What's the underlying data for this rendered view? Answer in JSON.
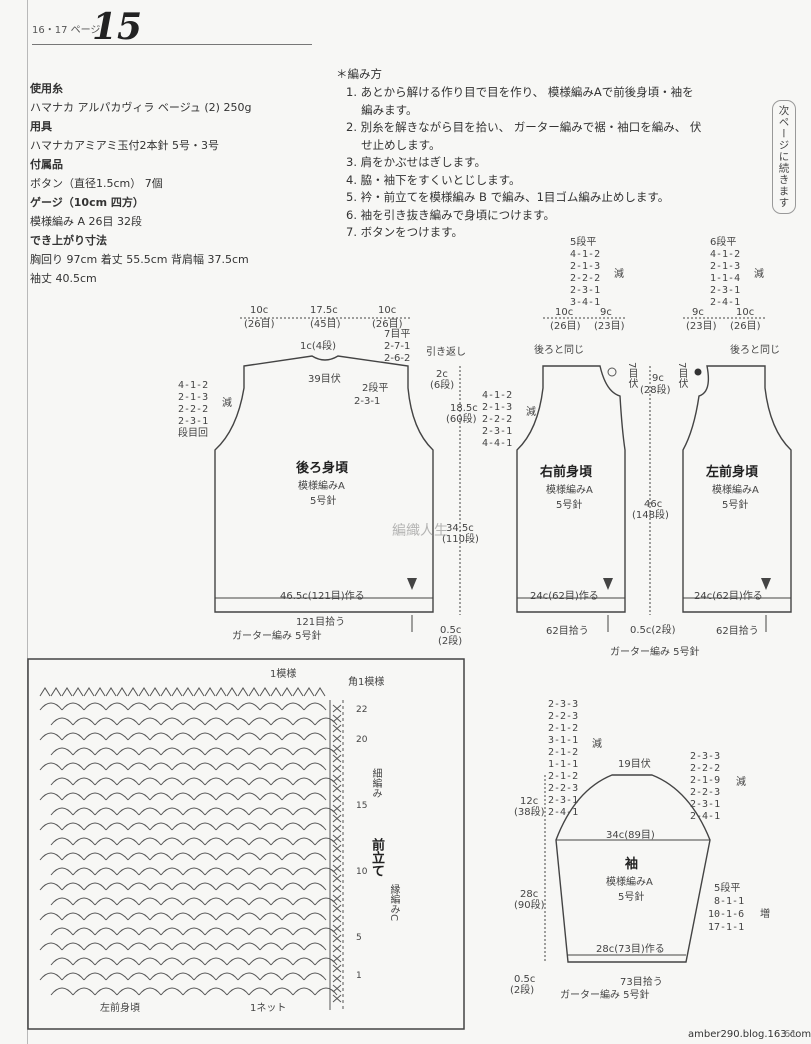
{
  "header": {
    "page_ref": "16・17 ページ",
    "pattern_number": "15"
  },
  "materials": [
    {
      "text": "使用糸",
      "head": true
    },
    {
      "text": "ハマナカ アルパカヴィラ ベージュ (2) 250g",
      "head": false
    },
    {
      "text": "用具",
      "head": true
    },
    {
      "text": "ハマナカアミアミ玉付2本針 5号・3号",
      "head": false
    },
    {
      "text": "付属品",
      "head": true
    },
    {
      "text": "ボタン（直径1.5cm） 7個",
      "head": false
    },
    {
      "text": "ゲージ（10cm 四方）",
      "head": true
    },
    {
      "text": "模様編み A 26目 32段",
      "head": false
    },
    {
      "text": "でき上がり寸法",
      "head": true
    },
    {
      "text": "胸回り 97cm 着丈 55.5cm 背肩幅 37.5cm",
      "head": false
    },
    {
      "text": "袖丈 40.5cm",
      "head": false
    }
  ],
  "method": {
    "title": "＊編み方",
    "steps": [
      "1. あとから解ける作り目で目を作り、 模様編みAで前後身頃・袖を",
      "　 編みます。",
      "2. 別糸を解きながら目を拾い、 ガーター編みで裾・袖口を編み、 伏",
      "　 せ止めします。",
      "3. 肩をかぶせはぎします。",
      "4. 脇・袖下をすくいとじします。",
      "5. 衿・前立てを模様編み B で編み、1目ゴム編み止めします。",
      "6. 袖を引き抜き編みで身頃につけます。",
      "7. ボタンをつけます。"
    ]
  },
  "next_page_note": "次ページに続きます",
  "back": {
    "title": "後ろ身頃",
    "stitch": "模様編みA",
    "needle": "5号針",
    "top_widths": [
      "10c",
      "17.5c",
      "10c"
    ],
    "top_counts": [
      "(26目)",
      "(45目)",
      "(26目)"
    ],
    "neck_depth": "1c(4段)",
    "neck_bind": "39目伏",
    "shoulder_flat": "7目平",
    "shoulder_dec": [
      "2-7-1",
      "2-6-2"
    ],
    "hikikaeshi": "引き返し",
    "neck_step1": "2段平",
    "neck_step2": "2-3-1",
    "arm_dec": [
      "4-1-2",
      "2-1-3",
      "2-2-2",
      "2-3-1"
    ],
    "dec_label": "減",
    "dan_me": "段目回",
    "shoulder_height": "2c",
    "shoulder_rows": "(6段)",
    "arm_height": "18.5c",
    "arm_rows": "(60段)",
    "body_height": "34.5c",
    "body_rows": "(110段)",
    "cast_on": "46.5c(121目)作る",
    "pickup": "121目拾う",
    "hem_height": "0.5c",
    "hem_rows": "(2段)",
    "hem_stitch": "ガーター編み 5号針"
  },
  "right_front": {
    "title": "右前身頃",
    "stitch": "模様編みA",
    "needle": "5号針",
    "neck_head": "5段平",
    "neck_dec": [
      "4-1-2",
      "2-1-3",
      "2-2-2",
      "2-3-1",
      "3-4-1"
    ],
    "dec_label": "減",
    "top_widths": [
      "10c",
      "9c"
    ],
    "top_counts": [
      "(26目)",
      "(23目)"
    ],
    "same_as_back": "後ろと同じ",
    "neck_bind": "7目伏",
    "arm_dec": [
      "4-1-2",
      "2-1-3",
      "2-2-2",
      "2-3-1",
      "4-4-1"
    ],
    "cast_on": "24c(62目)作る",
    "pickup": "62目拾う"
  },
  "left_front": {
    "title": "左前身頃",
    "stitch": "模様編みA",
    "needle": "5号針",
    "neck_head": "6段平",
    "neck_dec": [
      "4-1-2",
      "2-1-3",
      "1-1-4",
      "2-3-1",
      "2-4-1"
    ],
    "dec_label": "減",
    "top_widths": [
      "9c",
      "10c"
    ],
    "top_counts": [
      "(23目)",
      "(26目)"
    ],
    "same_as_back": "後ろと同じ",
    "neck_bind": "7目伏",
    "cast_on": "24c(62目)作る",
    "pickup": "62目拾う"
  },
  "front_shared": {
    "neck_depth": "9c",
    "neck_rows": "(28段)",
    "body_height": "46c",
    "body_rows": "(148段)",
    "hem_height": "0.5c(2段)",
    "hem_stitch": "ガーター編み 5号針"
  },
  "sleeve": {
    "title": "袖",
    "stitch": "模様編みA",
    "needle": "5号針",
    "cap_dec_left": [
      "2-3-3",
      "2-2-3",
      "2-1-2",
      "3-1-1",
      "2-1-2",
      "1-1-1",
      "2-1-2",
      "2-2-3",
      "2-3-1",
      "2-4-1"
    ],
    "cap_dec_right": [
      "2-3-3",
      "2-2-2",
      "2-1-9",
      "2-2-3",
      "2-3-1",
      "2-4-1"
    ],
    "dec_label": "減",
    "top_bind": "19目伏",
    "cap_height": "12c",
    "cap_rows": "(38段)",
    "width": "34c(89目)",
    "body_height": "28c",
    "body_rows": "(90段)",
    "inc_head": "5段平",
    "inc_rows": [
      "8-1-1",
      "10-1-6",
      "17-1-1"
    ],
    "inc_label": "増",
    "cast_on": "28c(73目)作る",
    "pickup": "73目拾う",
    "hem_height": "0.5c",
    "hem_rows": "(2段)",
    "hem_stitch": "ガーター編み 5号針"
  },
  "stitch_chart": {
    "repeat_label": "1模様",
    "corner_label": "角1模様",
    "rib_label": "細編み",
    "band_title": "前立て",
    "band_sub": "縁編みC",
    "row_numbers": [
      "22",
      "20",
      "15",
      "10",
      "5",
      "1"
    ],
    "left_front_label": "左前身頃",
    "net_label": "1ネット"
  },
  "watermark": "編織人生",
  "footer": "amber290.blog.163.com",
  "page_number": "61"
}
